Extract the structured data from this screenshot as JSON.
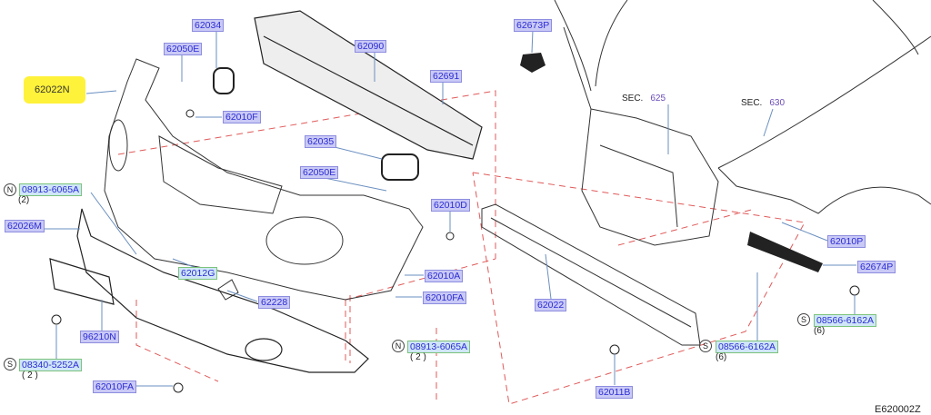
{
  "diagram_code": "E620002Z",
  "highlighted_part": "62022N",
  "parts": {
    "p62034": "62034",
    "p62050E_a": "62050E",
    "p62022N": "62022N",
    "p62010F": "62010F",
    "p62090": "62090",
    "p62691": "62691",
    "p62035": "62035",
    "p62050E_b": "62050E",
    "p62026M": "62026M",
    "p62010D": "62010D",
    "p62012G": "62012G",
    "p62228": "62228",
    "p62010A": "62010A",
    "p62010FA_a": "62010FA",
    "p96210N": "96210N",
    "p62010FA_b": "62010FA",
    "p62022": "62022",
    "p62011B": "62011B",
    "p62673P": "62673P",
    "p62010P": "62010P",
    "p62674P": "62674P"
  },
  "fasteners": [
    {
      "prefix": "N",
      "part": "08913-6065A",
      "qty": "(2)"
    },
    {
      "prefix": "S",
      "part": "08340-5252A",
      "qty": "( 2 )"
    },
    {
      "prefix": "N",
      "part": "08913-6065A",
      "qty": "( 2 )"
    },
    {
      "prefix": "S",
      "part": "08566-6162A",
      "qty": "(6)"
    },
    {
      "prefix": "S",
      "part": "08566-6162A",
      "qty": "(6)"
    }
  ],
  "sections": [
    {
      "label": "SEC.",
      "number": "625"
    },
    {
      "label": "SEC.",
      "number": "630"
    }
  ],
  "colors": {
    "label_text": "#2b2bd6",
    "label_fill": "#c9c9f6",
    "highlight": "#fff23a",
    "dash": "#e05050"
  }
}
